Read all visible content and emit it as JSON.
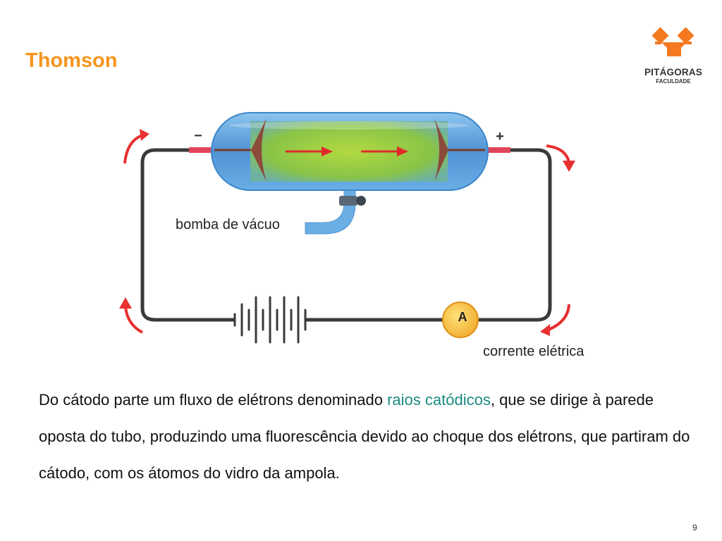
{
  "slide": {
    "title": "Thomson",
    "page_number": "9"
  },
  "logo": {
    "name": "PITÁGORAS",
    "sub": "FACULDADE",
    "colors": {
      "orange": "#f47920"
    }
  },
  "diagram": {
    "minus_sign": "−",
    "plus_sign": "+",
    "pump_label": "bomba de vácuo",
    "current_label": "corrente elétrica",
    "ammeter_label": "A",
    "colors": {
      "tube": "#5a9fd8",
      "glow": "#9ccc3a",
      "wire": "#3a3a3a",
      "arrow": "#e83030"
    }
  },
  "body": {
    "text_before": "Do cátodo parte um fluxo de elétrons denominado ",
    "highlight": "raios catódicos",
    "text_after": ", que se dirige à parede oposta do tubo, produzindo  uma fluorescência devido ao  choque dos elétrons, que partiram do cátodo, com os átomos do vidro da ampola.",
    "highlight_color": "#1a8a80"
  }
}
